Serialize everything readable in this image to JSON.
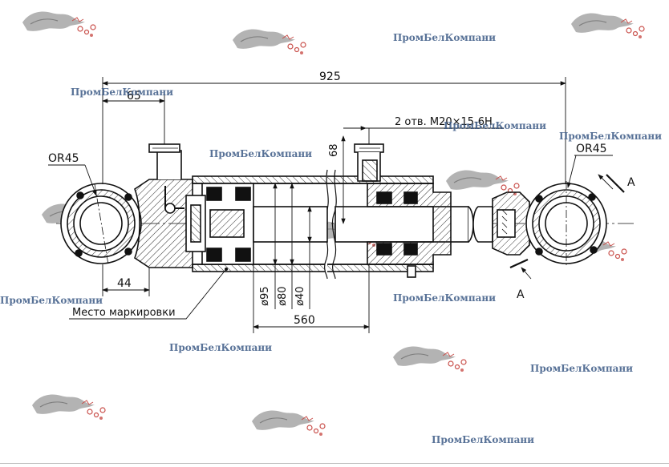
{
  "drawing": {
    "dim_total_length": "925",
    "dim_eye_offset": "65",
    "dim_port_spacing": "68",
    "dim_eye_width": "44",
    "dim_stroke": "560",
    "dim_bore": "ø95",
    "dim_bore_outer": "ø80",
    "dim_rod": "ø40",
    "radius_left": "OR45",
    "radius_right": "OR45",
    "thread_note": "2 отв. M20×15-6H",
    "section_mark_top": "A",
    "section_mark_bottom": "A",
    "marking_label": "Место маркировки"
  },
  "watermarks": {
    "w1": "ПромБелКомпани",
    "w2": "ПромБелКомпани",
    "w3": "ПромБелКомпани",
    "w4": "ПромБелКомпани",
    "w5": "ПромБелКомпани",
    "w6": "ПромБелКомпани",
    "w7": "ПромБелКомпани",
    "w8": "ПромБелКомпани",
    "w9": "ПромБелКомпани",
    "w10": "ПромБелКомпани"
  },
  "colors": {
    "line": "#111111",
    "hatch": "#333333",
    "watermark_text": "#3c5a86",
    "logo_red": "#c9504b"
  }
}
